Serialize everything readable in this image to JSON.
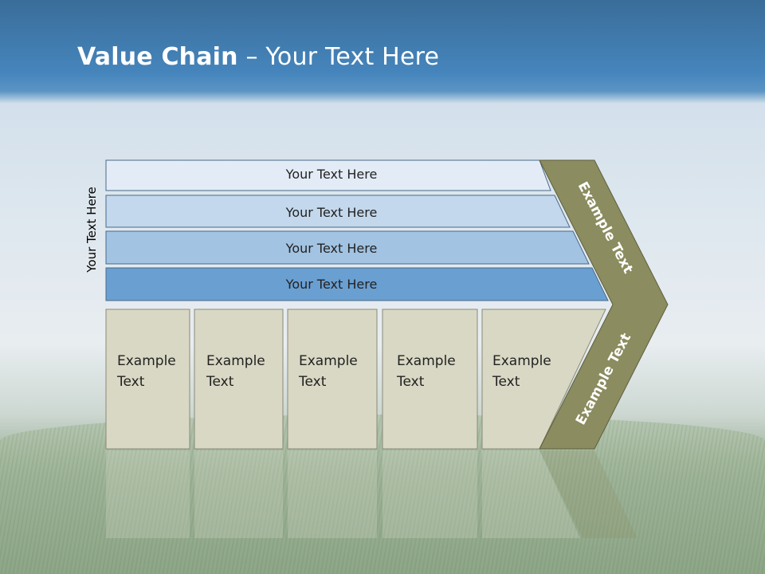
{
  "title": {
    "bold": "Value Chain",
    "rest": " – Your Text Here"
  },
  "side_label": "Your Text Here",
  "bars": [
    "Your Text Here",
    "Your Text Here",
    "Your Text Here",
    "Your Text Here"
  ],
  "cells": [
    {
      "line1": "Example",
      "line2": "Text"
    },
    {
      "line1": "Example",
      "line2": "Text"
    },
    {
      "line1": "Example",
      "line2": "Text"
    },
    {
      "line1": "Example",
      "line2": "Text"
    },
    {
      "line1": "Example",
      "line2": "Text"
    }
  ],
  "chevron_top": "Example Text",
  "chevron_bottom": "Example Text",
  "colors": {
    "bar1": "#e3ecf6",
    "bar2": "#c3d8ec",
    "bar3": "#a2c3e2",
    "bar4": "#6a9fd1",
    "cell": "#d9d8c4",
    "chevron": "#8b8c5f",
    "outline": "#4a6a8a"
  }
}
